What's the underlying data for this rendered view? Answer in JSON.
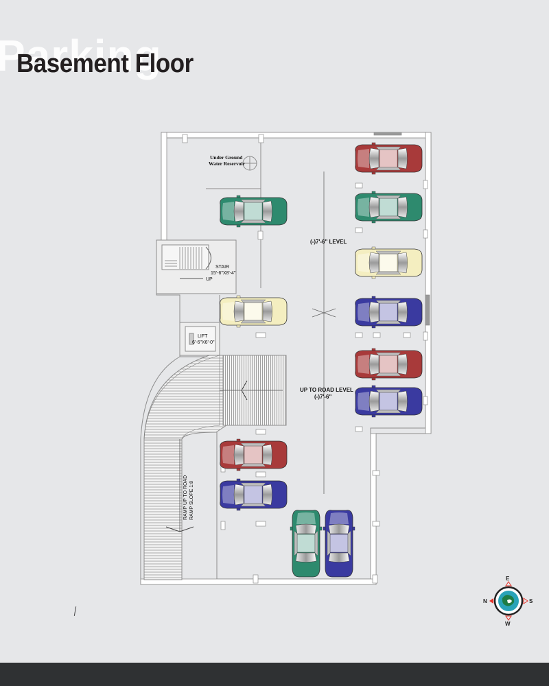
{
  "header": {
    "watermark": "Parking",
    "title": "Basement Floor"
  },
  "plan": {
    "water_reservoir_line1": "Under Ground",
    "water_reservoir_line2": "Water Reservoir",
    "stair_label": "STAIR",
    "stair_size": "15'-6\"X8'-4\"",
    "stair_up": "UP",
    "lift_label": "LIFT",
    "lift_size": "6'-6\"X6'-0\"",
    "level_label": "(-)7'-6\" LEVEL",
    "road_level_line1": "UP TO ROAD LEVEL",
    "road_level_line2": "(-)7'-6\"",
    "ramp_line1": "RAMP UP TO ROAD",
    "ramp_line2": "RAMP SLOPE 1:8"
  },
  "cars": [
    {
      "color": "#2e8a6e"
    },
    {
      "color": "#2e8a6e"
    },
    {
      "color": "#a83a3a"
    },
    {
      "color": "#f4eec0"
    },
    {
      "color": "#f4eec0"
    },
    {
      "color": "#3a3aa0"
    },
    {
      "color": "#a83a3a"
    },
    {
      "color": "#3a3aa0"
    },
    {
      "color": "#a83a3a"
    },
    {
      "color": "#3a3aa0"
    },
    {
      "color": "#2e8a6e"
    },
    {
      "color": "#3a3aa0"
    }
  ],
  "compass": {
    "north": "N",
    "south": "S",
    "east": "E",
    "west": "W",
    "icon": "compass-icon"
  }
}
